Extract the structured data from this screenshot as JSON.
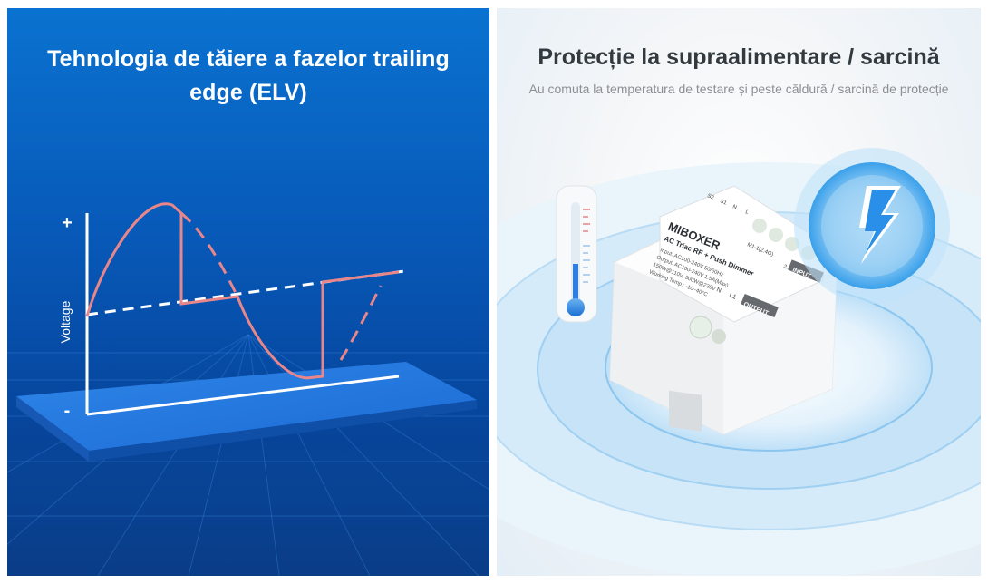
{
  "left_panel": {
    "title": "Tehnologia de tăiere a fazelor trailing edge (ELV)",
    "y_axis_label": "Voltage",
    "plus_label": "+",
    "minus_label": "-",
    "colors": {
      "background": "#0859b8",
      "waveform": "#e9868a",
      "axis": "#ffffff"
    },
    "icons": [
      "trailing-edge-waveform-chart"
    ]
  },
  "right_panel": {
    "title": "Protecție la supraalimentare / sarcină",
    "subtitle": "Au comuta la temperatura de testare și peste căldură / sarcină de protecție",
    "product": {
      "brand": "MIBOXER",
      "model_line": "AC Triac RF + Push Dimmer",
      "input_label": "INPUT",
      "output_label": "OUTPUT",
      "terminals_top": [
        "S2",
        "S1",
        "N",
        "L"
      ],
      "terminals_bottom": [
        "N",
        "L1"
      ],
      "model_code": "M1-1(2.4G)",
      "spec_lines": [
        "Input: AC100-240V  50/60Hz",
        "Output: AC100-240V  1.5A(Max)",
        "150W@110V, 300W@230V",
        "Working Temp.: -10~40°C"
      ],
      "wireless_label": "2.4G"
    },
    "icons": [
      "thermometer-icon",
      "lightning-bolt-icon",
      "dimmer-module-image"
    ],
    "colors": {
      "accent": "#1e8ee0",
      "bolt": "#2a8fe8"
    }
  }
}
